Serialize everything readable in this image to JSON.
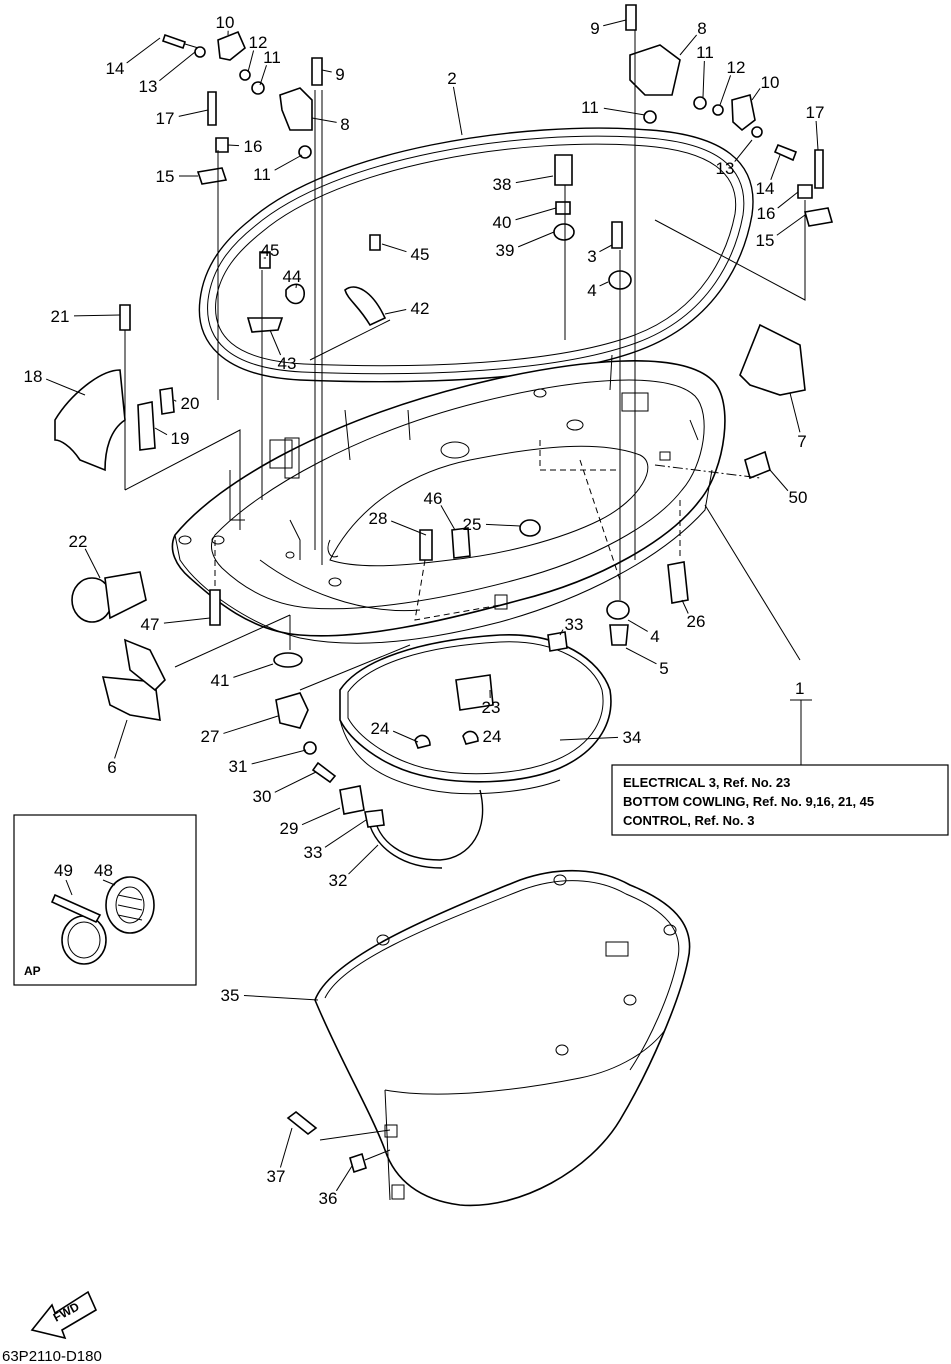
{
  "diagram_code": "63P2110-D180",
  "fwd_label": "FWD",
  "ap_box": {
    "label": "AP",
    "parts": [
      "48",
      "49"
    ]
  },
  "reference_note": {
    "group_number": "1",
    "lines": [
      "ELECTRICAL 3, Ref. No. 23",
      "BOTTOM COWLING, Ref. No. 9,16, 21, 45",
      "CONTROL, Ref. No. 3"
    ]
  },
  "part_labels": [
    "10",
    "14",
    "13",
    "12",
    "11",
    "9",
    "8",
    "17",
    "16",
    "15",
    "11",
    "9",
    "8",
    "11",
    "12",
    "10",
    "11",
    "17",
    "13",
    "14",
    "16",
    "15",
    "2",
    "38",
    "40",
    "39",
    "3",
    "4",
    "45",
    "44",
    "45",
    "42",
    "43",
    "21",
    "18",
    "20",
    "19",
    "7",
    "50",
    "22",
    "28",
    "46",
    "25",
    "26",
    "47",
    "4",
    "5",
    "33",
    "41",
    "6",
    "27",
    "23",
    "24",
    "24",
    "34",
    "31",
    "30",
    "29",
    "33",
    "32",
    "35",
    "37",
    "36"
  ]
}
